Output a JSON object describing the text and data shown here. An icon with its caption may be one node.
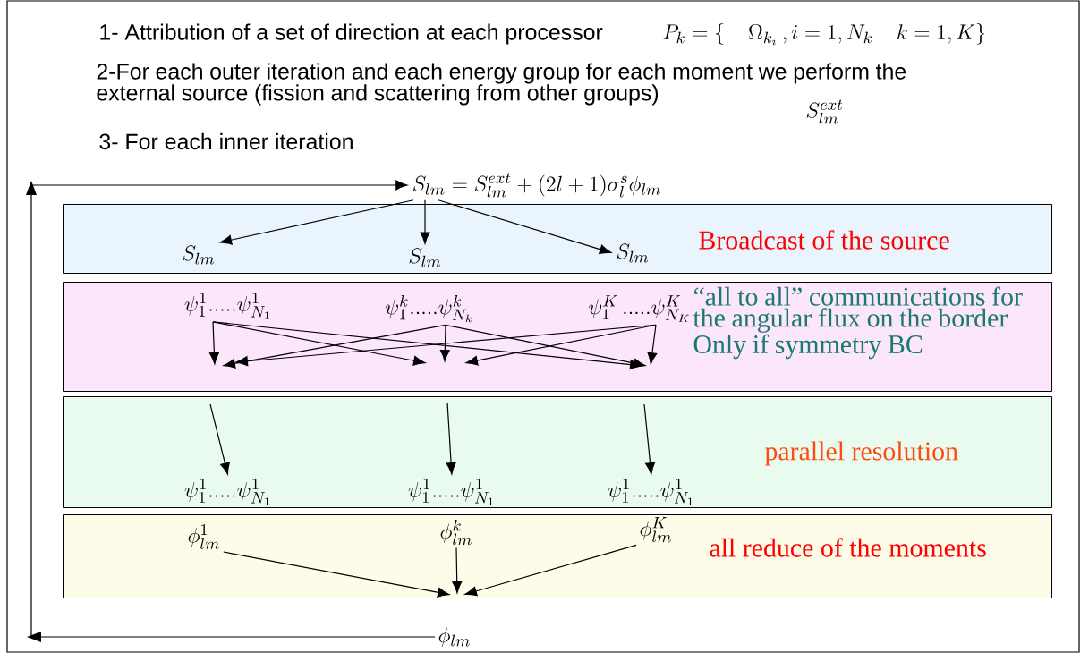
{
  "diagram": {
    "nodes": [
      {
        "text": [
          "S_{lm} = S_{lm}^{ext} + (2l+1)\\sigma_l^s \\phi_{lm}"
        ]
      },
      {
        "text": [
          "Broadcast of the source"
        ]
      },
      {
        "text": [
          "S_{lm}"
        ],
        "in": 1
      },
      {
        "text": [
          "S_{lm}"
        ],
        "in": 1
      },
      {
        "text": [
          "S_{lm}"
        ],
        "in": 1
      },
      {
        "text": [
          "“all to all” communications for the angular flux on the border Only if symmetry BC"
        ]
      },
      {
        "text": [
          "\\psi_1^1.....\\psi_{N_1}^1"
        ],
        "in": 5
      },
      {
        "text": [
          "\\psi_1^k.....\\psi_{N_k}^k"
        ],
        "in": 5
      },
      {
        "text": [
          "\\psi_1^K\\,.....\\psi_{N_K}^K"
        ],
        "in": 5
      },
      {
        "text": [
          "parallel resolution"
        ]
      },
      {
        "text": [
          "\\psi_1^1.....\\psi_{N_1}^1"
        ],
        "in": 9
      },
      {
        "text": [
          "\\psi_1^1.....\\psi_{N_1}^1"
        ],
        "in": 9
      },
      {
        "text": [
          "\\psi_1^1.....\\psi_{N_1}^1"
        ],
        "in": 9
      },
      {
        "text": [
          "all reduce of the moments"
        ]
      },
      {
        "text": [
          "\\phi_{lm}^1"
        ],
        "in": 13
      },
      {
        "text": [
          "\\phi_{lm}^k"
        ],
        "in": 13
      },
      {
        "text": [
          "\\phi_{lm}^K"
        ],
        "in": 13
      },
      {
        "text": [
          "\\phi_{lm}"
        ]
      }
    ],
    "edges": [
      {
        "from": 0,
        "to": 2,
        "arrow": "to"
      },
      {
        "from": 0,
        "to": 3,
        "arrow": "to"
      },
      {
        "from": 0,
        "to": 4,
        "arrow": "to"
      },
      {
        "from": 6,
        "to": null,
        "arrow": "to"
      },
      {
        "from": 6,
        "to": null,
        "arrow": "to"
      },
      {
        "from": 6,
        "to": null,
        "arrow": "to"
      },
      {
        "from": 7,
        "to": null,
        "arrow": "to"
      },
      {
        "from": 7,
        "to": null,
        "arrow": "to"
      },
      {
        "from": 7,
        "to": null,
        "arrow": "to"
      },
      {
        "from": 8,
        "to": null,
        "arrow": "to"
      },
      {
        "from": 8,
        "to": null,
        "arrow": "to"
      },
      {
        "from": 8,
        "to": null,
        "arrow": "to"
      },
      {
        "from": null,
        "to": 10,
        "arrow": "to"
      },
      {
        "from": null,
        "to": 11,
        "arrow": "to"
      },
      {
        "from": null,
        "to": 12,
        "arrow": "to"
      },
      {
        "from": 14,
        "to": null,
        "arrow": "to"
      },
      {
        "from": 15,
        "to": null,
        "arrow": "to"
      },
      {
        "from": 16,
        "to": null,
        "arrow": "to"
      },
      {
        "from": 17,
        "to": 0,
        "arrow": "to"
      }
    ],
    "labels": [
      "1- Attribution of a set of direction at each processor",
      "P_k = \\left\\{\\quad \\Omega_{k_i}\\,, i=1,N_k \\quad k=1,K\\right\\}",
      "2-For each outer iteration and each energy group for each moment we perform the external source (fission and scattering from other groups)",
      "S_{lm}^{ext}",
      "3- For each inner iteration"
    ]
  }
}
